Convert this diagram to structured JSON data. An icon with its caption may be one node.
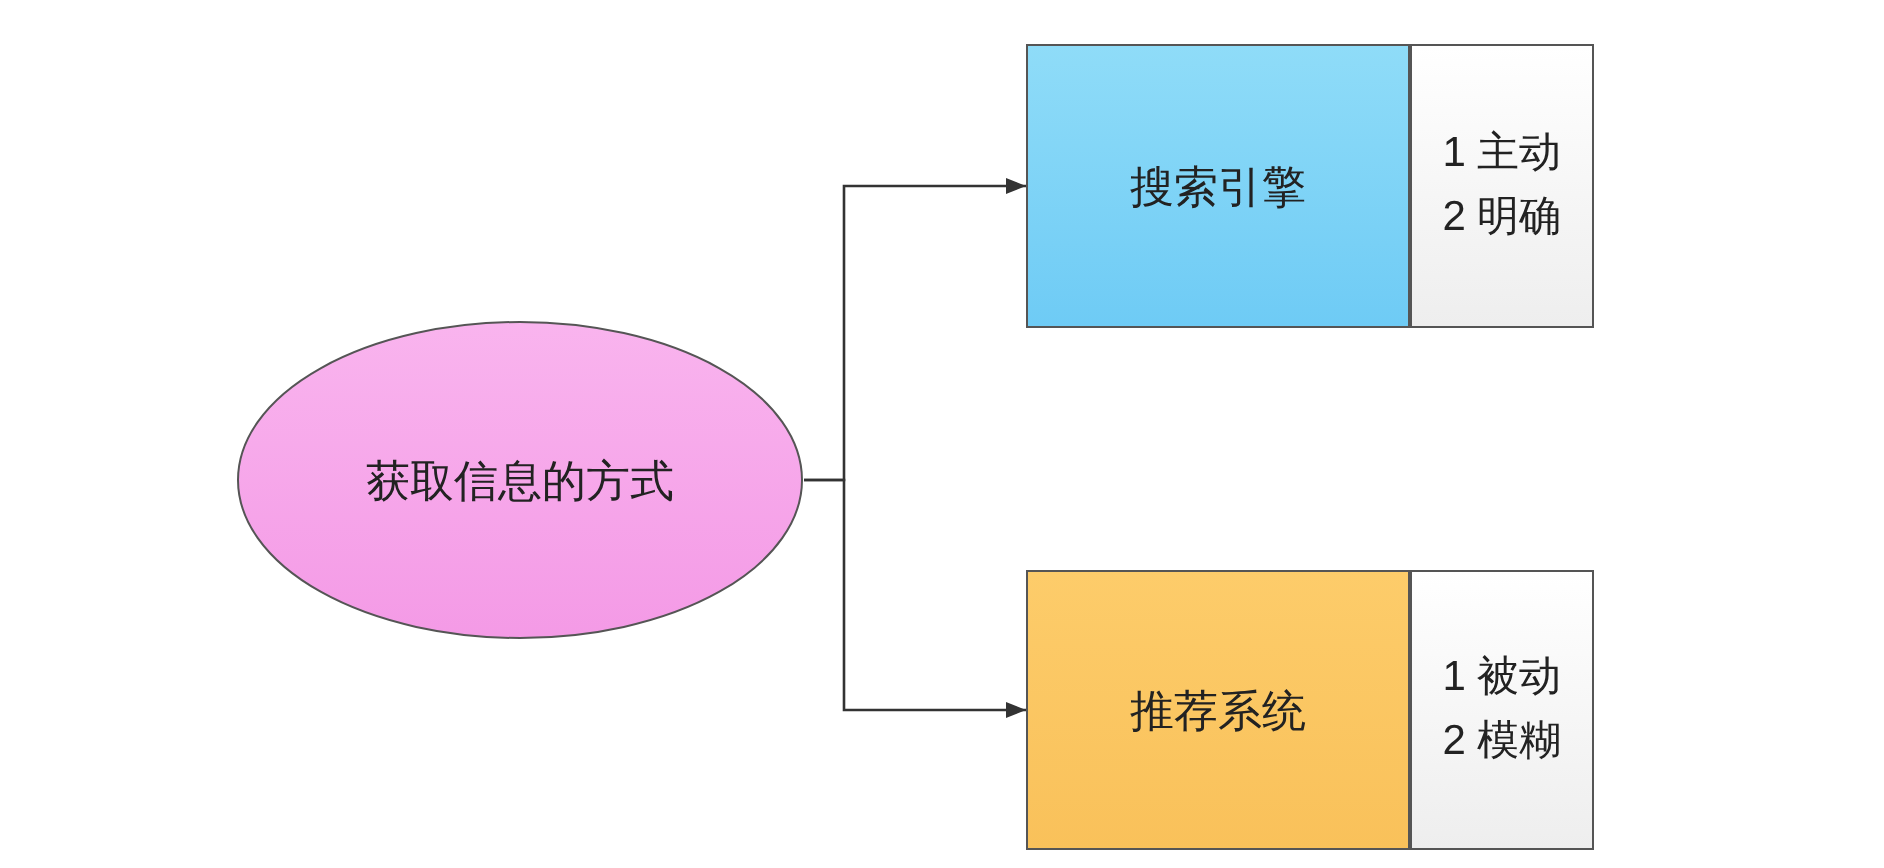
{
  "diagram": {
    "nodes": [
      {
        "text": [
          "获取信息的方式"
        ]
      },
      {
        "text": [
          "搜索引擎"
        ]
      },
      {
        "text": [
          "1 主动",
          "2 明确"
        ]
      },
      {
        "text": [
          "推荐系统"
        ]
      },
      {
        "text": [
          "1 被动",
          "2 模糊"
        ]
      }
    ],
    "edges": [
      {
        "from": 0,
        "to": 1,
        "arrow": "to"
      },
      {
        "from": 0,
        "to": 3,
        "arrow": "to"
      }
    ]
  }
}
